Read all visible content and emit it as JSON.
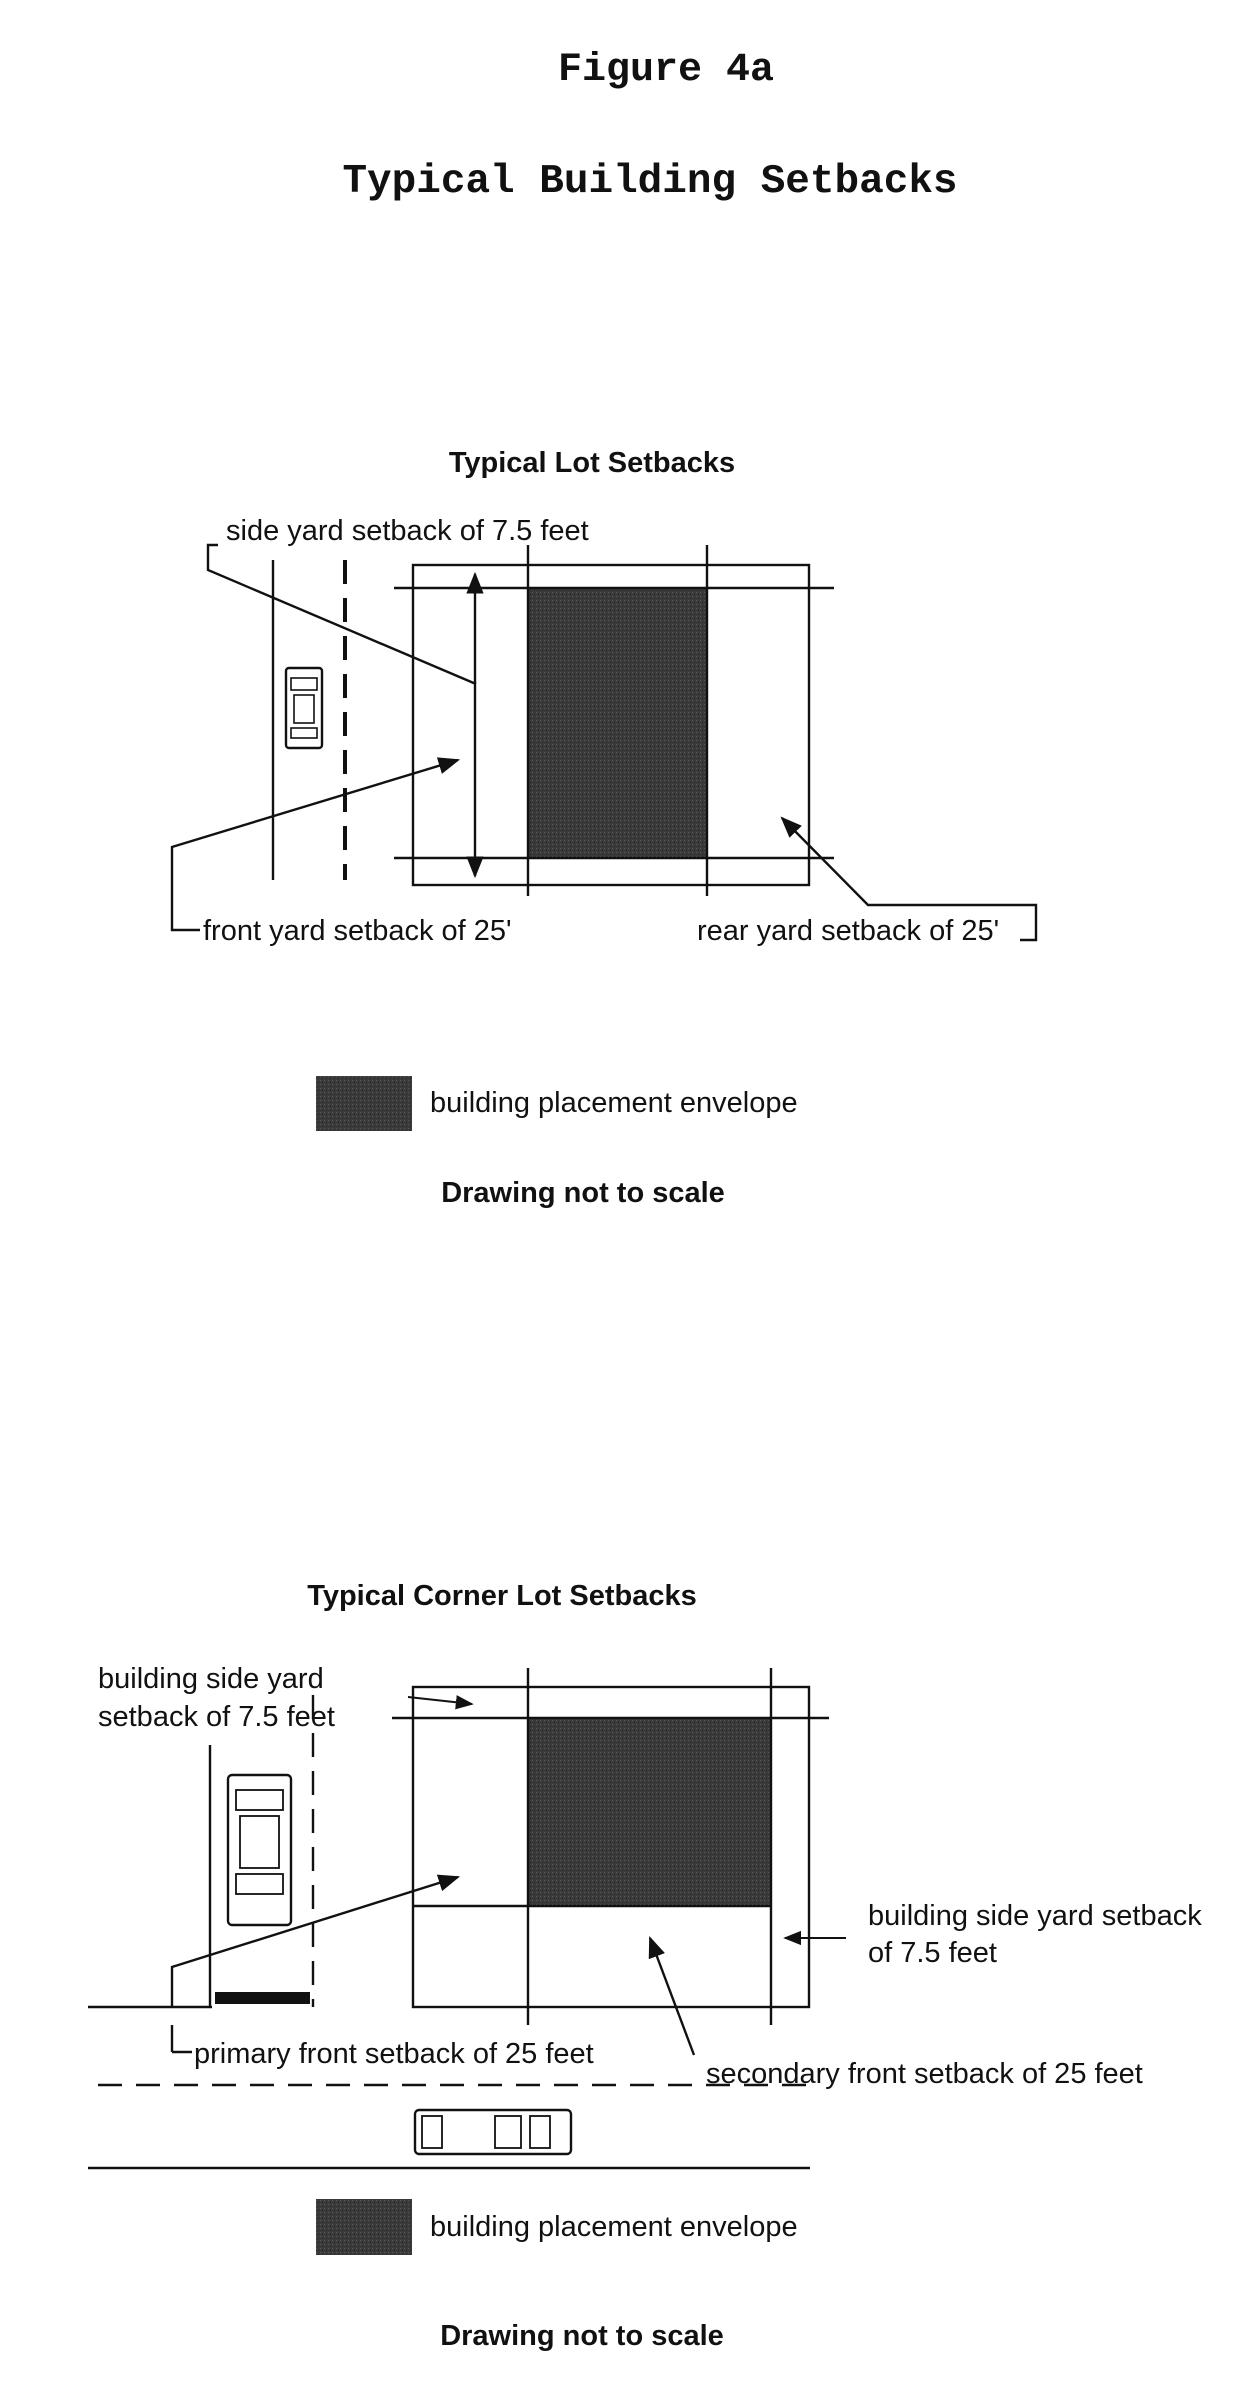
{
  "header": {
    "figure_label": "Figure 4a",
    "title": "Typical Building Setbacks"
  },
  "diagram1": {
    "title": "Typical Lot Setbacks",
    "side_label": "side yard setback of 7.5 feet",
    "front_label": "front yard setback of 25'",
    "rear_label": "rear yard setback of 25'",
    "legend_label": "building placement envelope",
    "note": "Drawing not to scale"
  },
  "diagram2": {
    "title": "Typical Corner Lot Setbacks",
    "side_label_line1": "building side yard",
    "side_label_line2": "setback of 7.5 feet",
    "right_side_label_line1": "building side yard setback",
    "right_side_label_line2": "of 7.5 feet",
    "primary_label": "primary front setback of 25 feet",
    "secondary_label": "secondary front setback of 25 feet",
    "legend_label": "building placement envelope",
    "note": "Drawing not to scale"
  },
  "colors": {
    "envelope": "#3a3a3a",
    "ink": "#111111",
    "background": "#ffffff"
  },
  "icons": [
    "car-icon",
    "arrow-icon"
  ]
}
